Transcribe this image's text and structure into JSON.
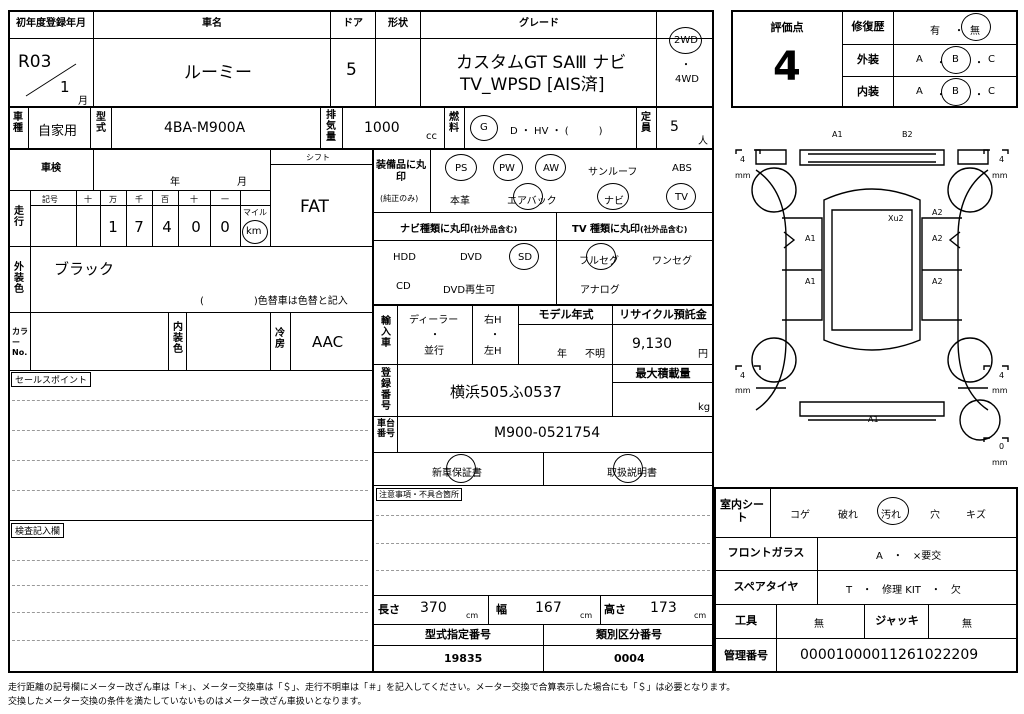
{
  "header": {
    "first_reg": "初年度登録年月",
    "car_name": "車名",
    "door": "ドア",
    "shape": "形状",
    "grade": "グレード",
    "score": "評価点",
    "repair": "修復歴",
    "exterior": "外装",
    "interior": "内装"
  },
  "values": {
    "reg_year": "R03",
    "reg_month": "1",
    "month_unit": "月",
    "car_name": "ルーミー",
    "doors": "5",
    "grade_line1": "カスタムGT SAⅢ ナビ",
    "grade_line2": "TV_WPSD [AIS済]",
    "drive_2wd": "2WD",
    "drive_dot": "・",
    "drive_4wd": "4WD",
    "score": "4",
    "repair_yes": "有",
    "repair_dot": "・",
    "repair_no": "無",
    "ext_a": "A",
    "ext_b": "B",
    "ext_c": "C",
    "int_a": "A",
    "int_b": "B",
    "int_c": "C",
    "dot": "・"
  },
  "row2": {
    "use_label": "車種",
    "use": "自家用",
    "model_label": "型式",
    "model": "4BA-M900A",
    "disp_label": "排気量",
    "disp": "1000",
    "disp_unit": "cc",
    "fuel_label": "燃料",
    "fuel_g": "G",
    "fuel_rest": "D ・ HV ・ (　　　)",
    "cap_label": "定員",
    "cap": "5",
    "cap_unit": "人"
  },
  "inspection": {
    "label": "車検",
    "year": "年",
    "month": "月",
    "shift_label": "シフト",
    "shift": "FAT",
    "mileage_label": "走行",
    "cols": [
      "記号",
      "十",
      "万",
      "千",
      "百",
      "十",
      "一"
    ],
    "digits": [
      "1",
      "7",
      "4",
      "0",
      "0"
    ],
    "mile": "マイル",
    "km": "km"
  },
  "equip": {
    "label": "装備品に丸印",
    "sub": "(純正のみ)",
    "items": [
      "PS",
      "PW",
      "AW",
      "サンルーフ",
      "ABS"
    ],
    "items2": [
      "本革",
      "エアバック",
      "ナビ",
      "TV"
    ],
    "navi_label": "ナビ種類に丸印",
    "navi_sub": "(社外品含む)",
    "navi_items": [
      "HDD",
      "DVD",
      "SD",
      "CD",
      "DVD再生可"
    ],
    "tv_label": "TV 種類に丸印",
    "tv_sub": "(社外品含む)",
    "tv_items": [
      "フルセグ",
      "ワンセグ",
      "アナログ"
    ]
  },
  "color": {
    "label": "外装色",
    "value": "ブラック",
    "note": "(　　　　　)色替車は色替と記入",
    "no_label": "カラーNo.",
    "interior_label": "内装色",
    "ac_label": "冷房",
    "ac": "AAC"
  },
  "import": {
    "label": "輸入車",
    "dealer": "ディーラー",
    "parallel": "並行",
    "rh": "右H",
    "lh": "左H",
    "model_year_label": "モデル年式",
    "year": "年",
    "unknown": "不明",
    "recycle_label": "リサイクル預託金",
    "recycle": "9,130",
    "yen": "円"
  },
  "reg": {
    "label": "登録番号",
    "value": "横浜505ふ0537",
    "maxload": "最大積載量",
    "kg": "kg",
    "chassis_label": "車台番号",
    "chassis": "M900-0521754",
    "warranty": "新車保証書",
    "manual": "取扱説明書",
    "caution": "注意事項・不具合箇所"
  },
  "dims": {
    "len_label": "長さ",
    "len": "370",
    "wid_label": "幅",
    "wid": "167",
    "hgt_label": "高さ",
    "hgt": "173",
    "cm": "cm",
    "type_no_label": "型式指定番号",
    "type_no": "19835",
    "class_no_label": "類別区分番号",
    "class_no": "0004"
  },
  "sales": {
    "label": "セールスポイント",
    "inspect_label": "検査記入欄"
  },
  "diagram": {
    "a1": "A1",
    "b2": "B2",
    "a2": "A2",
    "xu2": "Xu2",
    "tread": "4",
    "tread_spare": "0",
    "mm": "mm"
  },
  "right": {
    "interior_sheet": "室内シート",
    "sheet_items": [
      "コゲ",
      "破れ",
      "汚れ",
      "穴",
      "キズ"
    ],
    "windshield": "フロントガラス",
    "windshield_val": "A　・　×要交",
    "spare": "スペアタイヤ",
    "spare_val": "T　・　修理 KIT　・　欠",
    "tools": "工具",
    "tools_val": "無",
    "jack": "ジャッキ",
    "jack_val": "無",
    "mgmt": "管理番号",
    "mgmt_val": "00001000011261022209"
  },
  "footer": {
    "line1": "走行距離の記号欄にメーター改ざん車は「＊」、メーター交換車は「＄」、走行不明車は「＃」を記入してください。メーター交換で合算表示した場合にも「＄」は必要となります。",
    "line2": "交換したメーター交換の条件を満たしていないものはメーター改ざん車扱いとなります。"
  }
}
